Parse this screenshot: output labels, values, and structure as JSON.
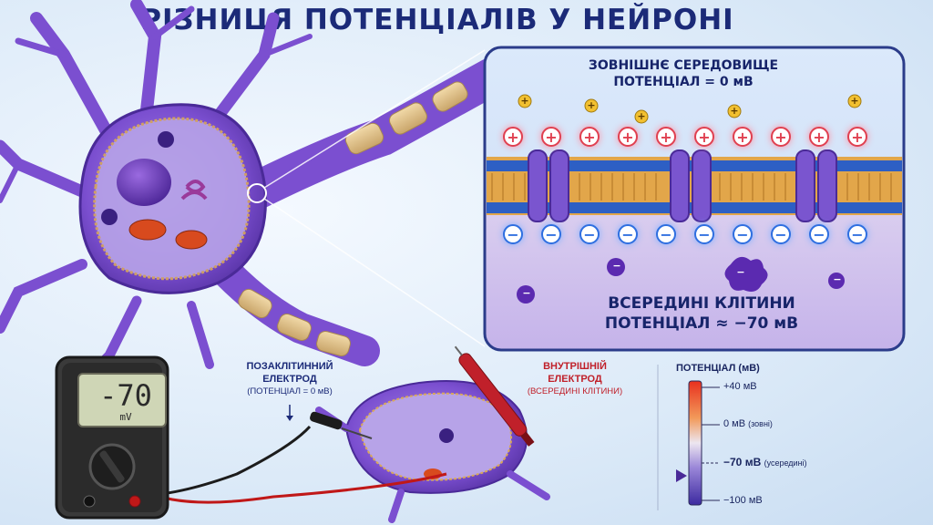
{
  "title": "РІЗНИЦЯ ПОТЕНЦІАЛІВ У НЕЙРОНІ",
  "inset": {
    "outside_line1": "ЗОВНІШНЄ СЕРЕДОВИЩЕ",
    "outside_line2": "ПОТЕНЦІАЛ = 0 мВ",
    "inside_line1": "ВСЕРЕДИНІ КЛІТИНИ",
    "inside_line2": "ПОТЕНЦІАЛ ≈ −70 мВ",
    "positive_symbol": "+",
    "negative_symbol": "−"
  },
  "electrodes": {
    "extracellular_line1": "ПОЗАКЛІТИННИЙ",
    "extracellular_line2": "ЕЛЕКТРОД",
    "extracellular_note": "(ПОТЕНЦІАЛ = 0 мВ)",
    "intracellular_line1": "ВНУТРІШНІЙ",
    "intracellular_line2": "ЕЛЕКТРОД",
    "intracellular_note": "(ВСЕРЕДИНІ КЛІТИНИ)"
  },
  "meter": {
    "reading": "-70",
    "unit": "mV"
  },
  "scale": {
    "title": "ПОТЕНЦІАЛ (мВ)",
    "tick_top": "+40 мВ",
    "tick_zero": "0 мВ",
    "tick_zero_note": "(зовні)",
    "tick_rest": "−70 мВ",
    "tick_rest_note": "(усередині)",
    "tick_bottom": "−100 мВ",
    "marker_value_mv": -70,
    "range_mv": [
      -100,
      40
    ]
  },
  "colors": {
    "title": "#1b2a78",
    "cell_purple": "#7b4fd0",
    "positive_ion": "#e04050",
    "negative_ion": "#2f6fe0",
    "intracellular_label": "#c0202a"
  }
}
